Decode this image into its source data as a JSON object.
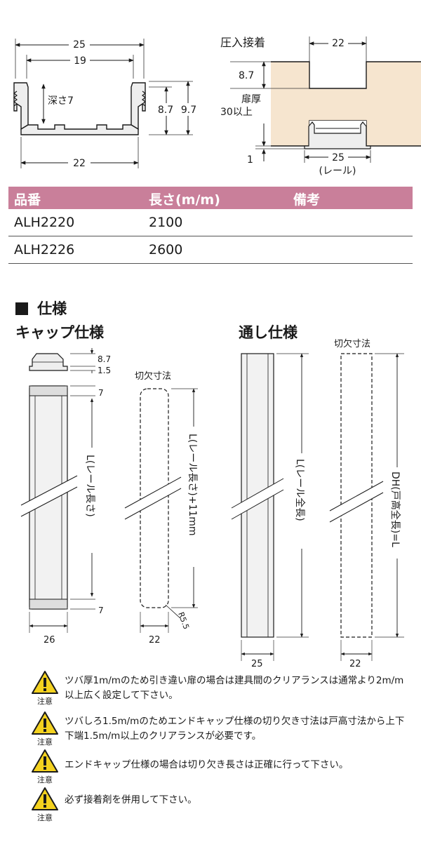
{
  "cross_section": {
    "dim_overall": "25",
    "dim_inner": "19",
    "dim_depth": "深さ7",
    "dim_h1": "8.7",
    "dim_h2": "9.7",
    "dim_bottom": "22"
  },
  "press_fit": {
    "title": "圧入接着",
    "dim_top": "22",
    "dim_groove": "8.7",
    "door_label_1": "扉厚",
    "door_label_2": "30以上",
    "dim_gap": "1",
    "dim_rail": "25",
    "rail_label": "(レール)"
  },
  "table": {
    "headers": [
      "品番",
      "長さ(m/m)",
      "備考"
    ],
    "rows": [
      {
        "code": "ALH2220",
        "length": "2100",
        "note": ""
      },
      {
        "code": "ALH2226",
        "length": "2600",
        "note": ""
      }
    ]
  },
  "spec": {
    "heading": "仕様",
    "cap": {
      "title": "キャップ仕様",
      "dim_cap_h": "8.7",
      "dim_cap_b": "1.5",
      "dim_top7": "7",
      "dim_bot7": "7",
      "length_label": "L(レール長さ)",
      "width": "26",
      "cutout_title": "切欠寸法",
      "cutout_length": "L(レール長さ)+11mm",
      "cutout_radius": "R5.5",
      "cutout_width": "22"
    },
    "through": {
      "title": "通し仕様",
      "length_label": "L(レール全長)",
      "width": "25",
      "cutout_title": "切欠寸法",
      "cutout_length": "DH(戸高全長)=L",
      "cutout_width": "22"
    }
  },
  "notes": {
    "caution_label": "注意",
    "items": [
      "ツバ厚1m/mのため引き違い扉の場合は建具間のクリアランスは通常より2m/m以上広く設定して下さい。",
      "ツバしろ1.5m/mのためエンドキャップ仕様の切り欠き寸法は戸高寸法から上下下端1.5m/m以上のクリアランスが必要です。",
      "エンドキャップ仕様の場合は切り欠き長さは正確に行って下さい。",
      "必ず接着剤を併用して下さい。"
    ]
  },
  "colors": {
    "header_bg": "#c97f9a",
    "door_fill": "#f6e5cf",
    "warning_yellow": "#f4d21f"
  }
}
